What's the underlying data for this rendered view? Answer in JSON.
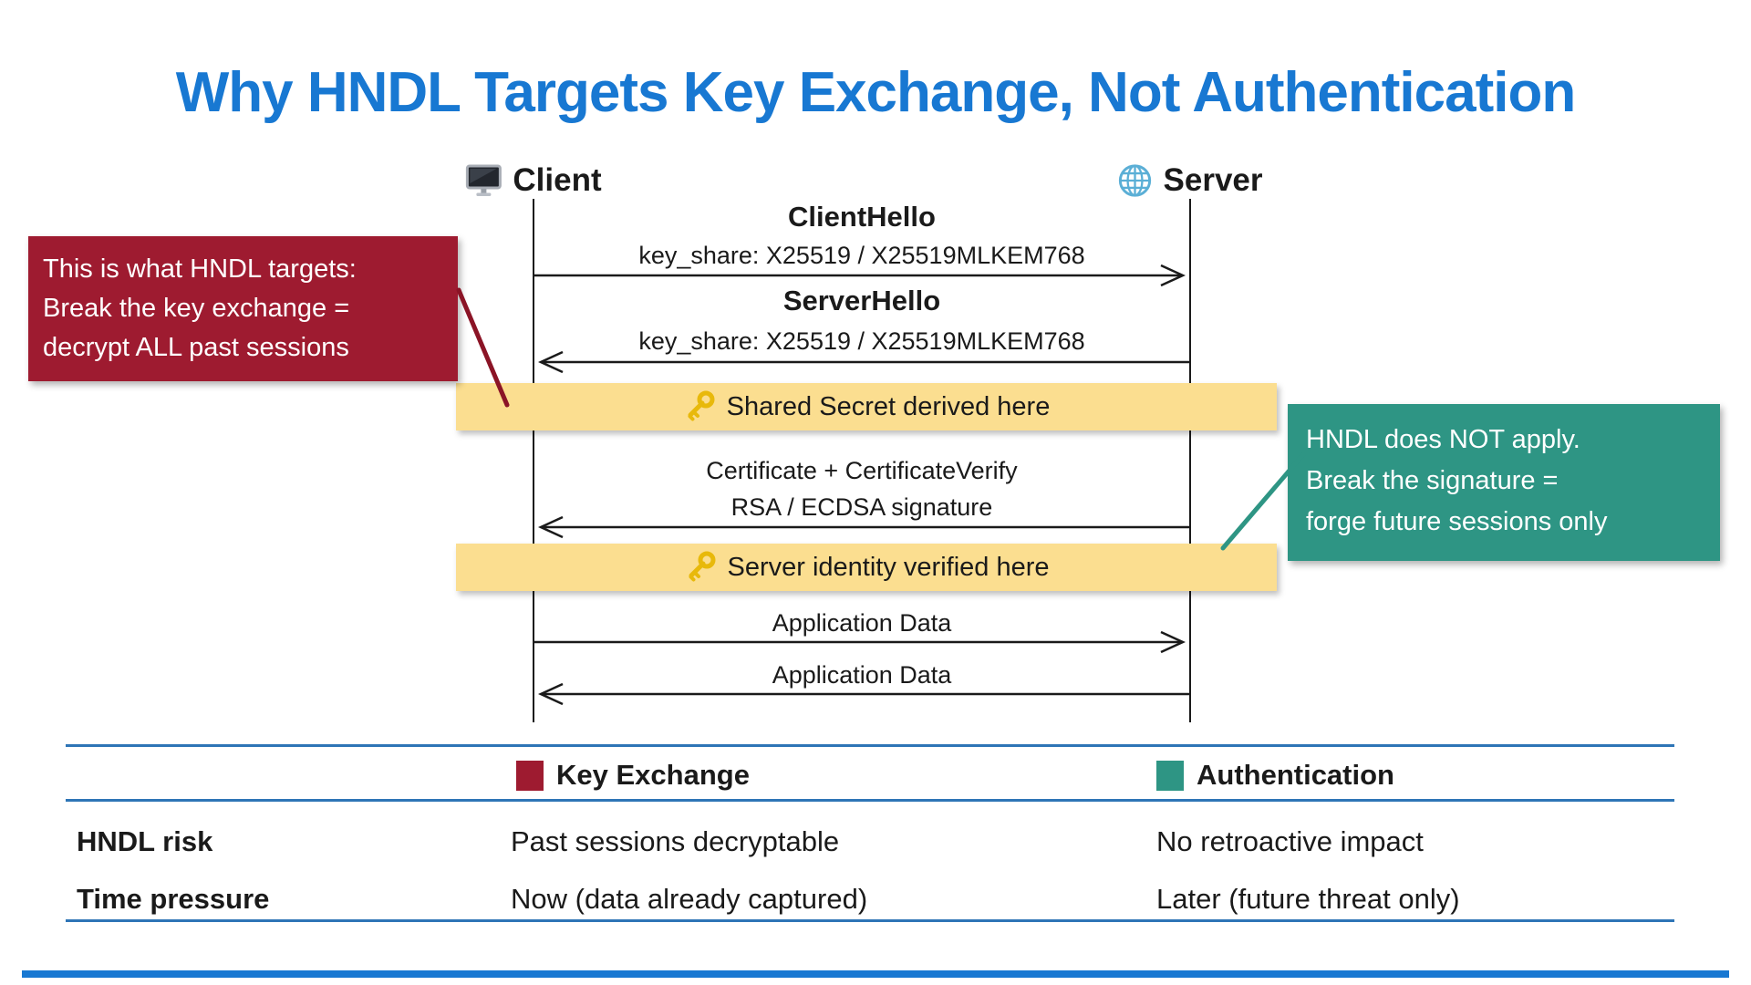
{
  "title": "Why HNDL Targets Key Exchange, Not Authentication",
  "diagram": {
    "actors": [
      {
        "name": "Client",
        "icon": "monitor-icon"
      },
      {
        "name": "Server",
        "icon": "globe-icon"
      }
    ],
    "messages": [
      {
        "title": "ClientHello",
        "detail": "key_share: X25519 / X25519MLKEM768",
        "direction": "client-to-server"
      },
      {
        "title": "ServerHello",
        "detail": "key_share: X25519 / X25519MLKEM768",
        "direction": "server-to-client"
      },
      {
        "title": "Certificate + CertificateVerify",
        "detail": "RSA / ECDSA signature",
        "direction": "server-to-client"
      },
      {
        "title": "Application Data",
        "direction": "client-to-server"
      },
      {
        "title": "Application Data",
        "direction": "server-to-client"
      }
    ],
    "highlights": [
      {
        "icon": "key-icon",
        "label": "Shared Secret derived here"
      },
      {
        "icon": "key-icon",
        "label": "Server identity verified here"
      }
    ],
    "callouts": [
      {
        "id": "hndl-target",
        "color": "#9e1b30",
        "lines": [
          "This is what HNDL targets:",
          "Break the key exchange =",
          "decrypt ALL past sessions"
        ]
      },
      {
        "id": "hndl-not-apply",
        "color": "#2e9584",
        "lines": [
          "HNDL does NOT apply.",
          "Break the signature =",
          "forge future sessions only"
        ]
      }
    ]
  },
  "table": {
    "legend": [
      {
        "label": "Key Exchange",
        "color": "#9e1b30"
      },
      {
        "label": "Authentication",
        "color": "#2e9584"
      }
    ],
    "rows": [
      {
        "label": "HNDL risk",
        "key_exchange": "Past sessions decryptable",
        "authentication": "No retroactive impact"
      },
      {
        "label": "Time pressure",
        "key_exchange": "Now (data already captured)",
        "authentication": "Later (future threat only)"
      }
    ]
  },
  "colors": {
    "title_blue": "#1878d2",
    "table_line_blue": "#2e75b6",
    "hndl_red": "#9e1b30",
    "auth_teal": "#2e9584",
    "highlight_yellow": "#fbde90",
    "key_gold": "#e8b90b",
    "globe_blue": "#5bafd6"
  }
}
